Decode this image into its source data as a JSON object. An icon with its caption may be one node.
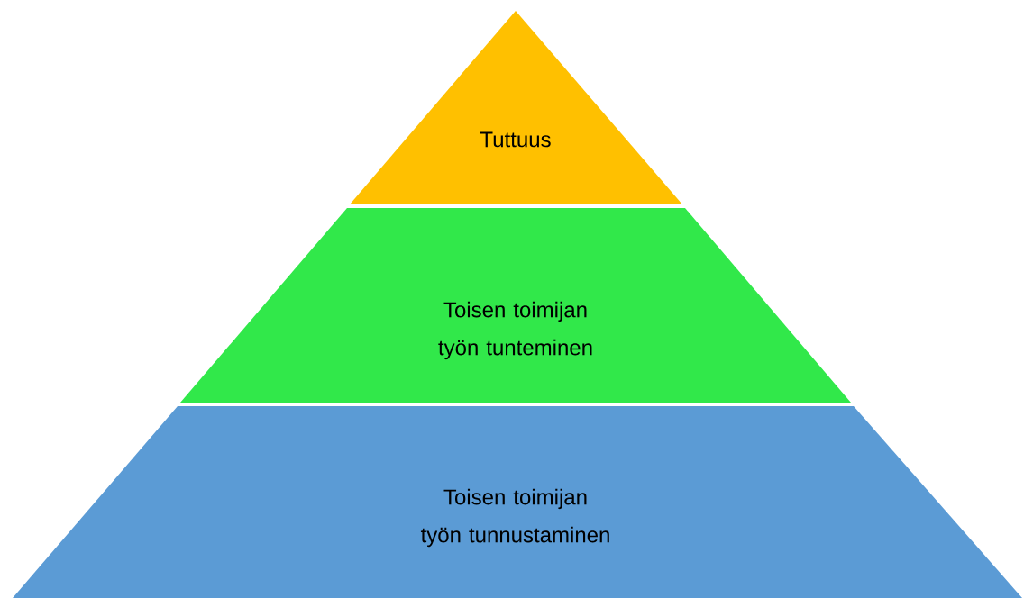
{
  "diagram": {
    "nodes": [
      {
        "text": [
          "Tuttuus"
        ]
      },
      {
        "text": [
          "Toisen toimijan työn tunteminen"
        ]
      },
      {
        "text": [
          "Toisen toimijan työn tunnustaminen"
        ]
      }
    ]
  }
}
